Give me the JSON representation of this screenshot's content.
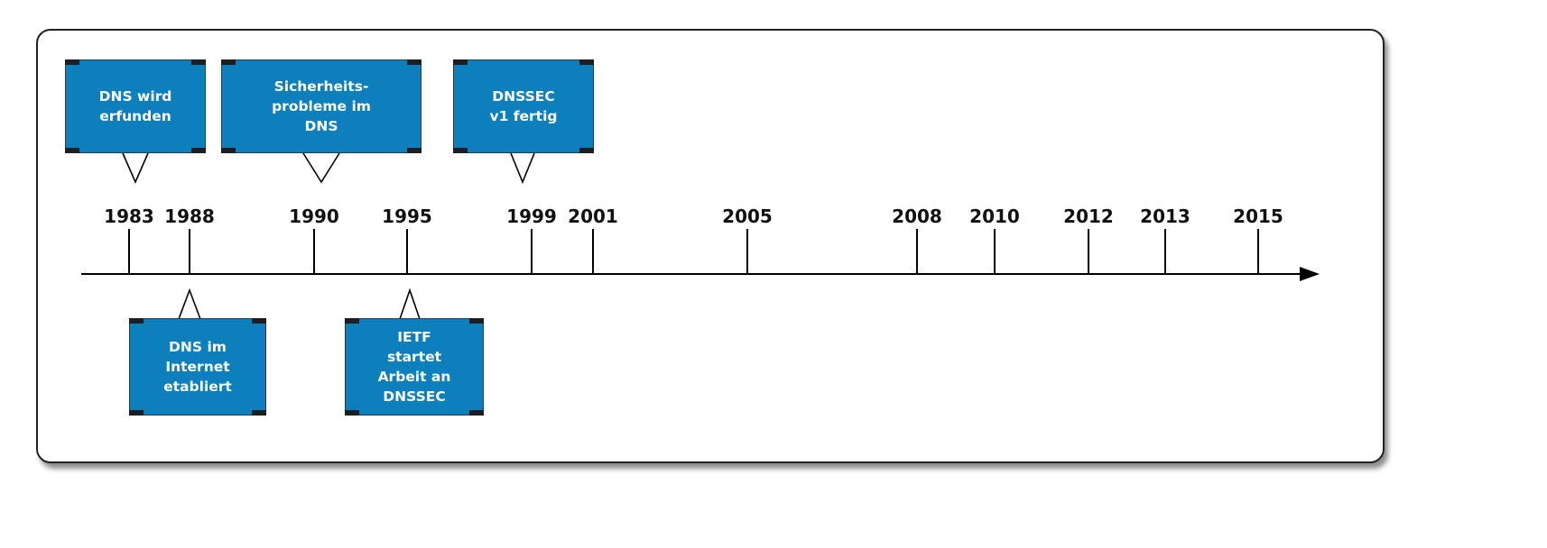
{
  "title": "",
  "years": [
    "1983",
    "1988",
    "1990",
    "1995",
    "1999",
    "2001",
    "2005",
    "2008",
    "2010",
    "2012",
    "2013",
    "2015"
  ],
  "events": {
    "dns_invented": {
      "year": "1983",
      "label": "DNS wird\nerfunden"
    },
    "dns_internet": {
      "year": "1988",
      "label": "DNS im\nInternet\netabliert"
    },
    "security_issues": {
      "year": "1990",
      "label": "Sicherheits-\nprobleme im\nDNS"
    },
    "ietf_start": {
      "year": "1995",
      "label": "IETF\nstartet\nArbeit an\nDNSSEC"
    },
    "dnssec_v1": {
      "year": "1999",
      "label": "DNSSEC\nv1 fertig"
    }
  },
  "colors": {
    "box_fill": "#0c7fbc",
    "box_border": "#2a3a48",
    "axis": "#000000",
    "text": "#111111"
  }
}
